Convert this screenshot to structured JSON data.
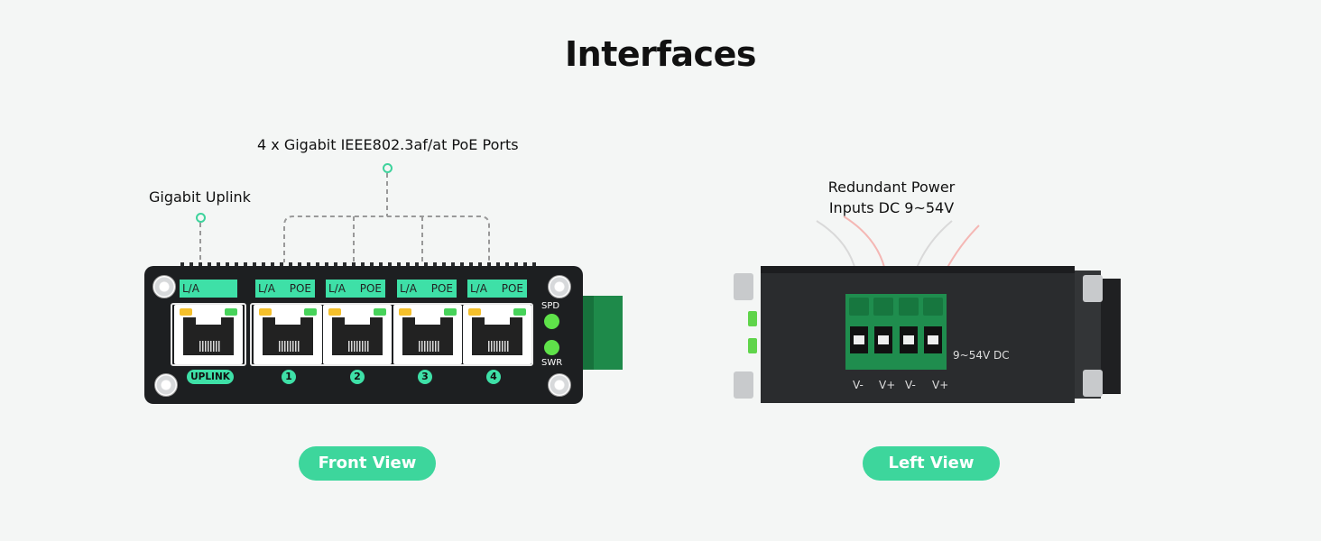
{
  "page": {
    "title": "Interfaces"
  },
  "callouts": {
    "poe_ports": "4 x Gigabit IEEE802.3af/at PoE Ports",
    "uplink": "Gigabit Uplink",
    "power_line1": "Redundant Power",
    "power_line2": "Inputs DC 9~54V"
  },
  "front_view": {
    "strip_la": "L/A",
    "strip_poe": "POE",
    "uplink_label": "UPLINK",
    "port_numbers": [
      "1",
      "2",
      "3",
      "4"
    ],
    "status": {
      "spd": "SPD",
      "swr": "SWR"
    },
    "button": "Front View"
  },
  "left_view": {
    "pins": [
      "V-",
      "V+",
      "V-",
      "V+"
    ],
    "dc_label": "9~54V DC",
    "button": "Left View"
  },
  "colors": {
    "accent": "#3dd69c",
    "strip": "#3ee0a7",
    "terminal_green": "#1f8d4e",
    "device_body": "#1d1f21",
    "led_yellow": "#f5c02b",
    "led_green": "#47d35a"
  }
}
